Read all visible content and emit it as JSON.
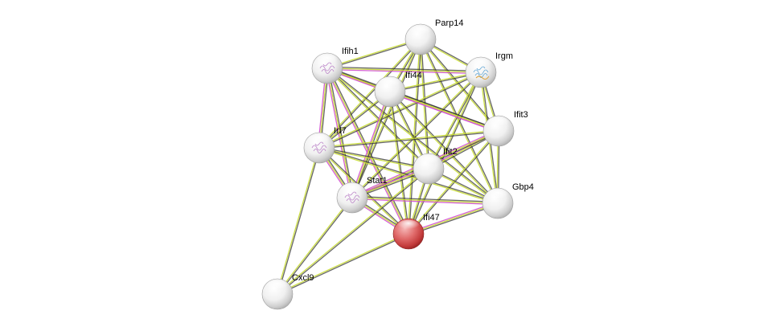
{
  "network": {
    "query_node": "Ifi47",
    "nodes": [
      {
        "id": "Parp14",
        "label": "Parp14",
        "query": false,
        "structure": false
      },
      {
        "id": "Ifih1",
        "label": "Ifih1",
        "query": false,
        "structure": true
      },
      {
        "id": "Irgm",
        "label": "Irgm",
        "query": false,
        "structure": true
      },
      {
        "id": "Ifi44",
        "label": "Ifi44",
        "query": false,
        "structure": false
      },
      {
        "id": "Ifit3",
        "label": "Ifit3",
        "query": false,
        "structure": false
      },
      {
        "id": "Irf7",
        "label": "Irf7",
        "query": false,
        "structure": true
      },
      {
        "id": "Ifit2",
        "label": "Ifit2",
        "query": false,
        "structure": false
      },
      {
        "id": "Stat1",
        "label": "Stat1",
        "query": false,
        "structure": true
      },
      {
        "id": "Gbp4",
        "label": "Gbp4",
        "query": false,
        "structure": false
      },
      {
        "id": "Ifi47",
        "label": "Ifi47",
        "query": true,
        "structure": false
      },
      {
        "id": "Cxcl9",
        "label": "Cxcl9",
        "query": false,
        "structure": false
      }
    ],
    "edge_colors": {
      "coexpression": "#333333",
      "textmining": "#c8dc32",
      "database": "#d050d0",
      "experiment": "#60a860"
    },
    "edges": [
      {
        "a": "Parp14",
        "b": "Ifih1",
        "types": [
          "coexpression",
          "textmining"
        ]
      },
      {
        "a": "Parp14",
        "b": "Irgm",
        "types": [
          "coexpression",
          "textmining"
        ]
      },
      {
        "a": "Parp14",
        "b": "Ifi44",
        "types": [
          "coexpression",
          "textmining"
        ]
      },
      {
        "a": "Parp14",
        "b": "Ifit3",
        "types": [
          "coexpression",
          "textmining"
        ]
      },
      {
        "a": "Parp14",
        "b": "Irf7",
        "types": [
          "coexpression",
          "textmining"
        ]
      },
      {
        "a": "Parp14",
        "b": "Ifit2",
        "types": [
          "coexpression",
          "textmining"
        ]
      },
      {
        "a": "Parp14",
        "b": "Stat1",
        "types": [
          "coexpression",
          "textmining"
        ]
      },
      {
        "a": "Parp14",
        "b": "Gbp4",
        "types": [
          "coexpression",
          "textmining"
        ]
      },
      {
        "a": "Parp14",
        "b": "Ifi47",
        "types": [
          "coexpression",
          "textmining"
        ]
      },
      {
        "a": "Ifih1",
        "b": "Irgm",
        "types": [
          "coexpression",
          "textmining",
          "database"
        ]
      },
      {
        "a": "Ifih1",
        "b": "Ifi44",
        "types": [
          "coexpression",
          "textmining"
        ]
      },
      {
        "a": "Ifih1",
        "b": "Ifit3",
        "types": [
          "coexpression",
          "textmining",
          "database"
        ]
      },
      {
        "a": "Ifih1",
        "b": "Irf7",
        "types": [
          "coexpression",
          "textmining",
          "database"
        ]
      },
      {
        "a": "Ifih1",
        "b": "Ifit2",
        "types": [
          "coexpression",
          "textmining"
        ]
      },
      {
        "a": "Ifih1",
        "b": "Stat1",
        "types": [
          "coexpression",
          "textmining",
          "database"
        ]
      },
      {
        "a": "Ifih1",
        "b": "Gbp4",
        "types": [
          "coexpression",
          "textmining"
        ]
      },
      {
        "a": "Ifih1",
        "b": "Ifi47",
        "types": [
          "coexpression",
          "textmining",
          "database"
        ]
      },
      {
        "a": "Irgm",
        "b": "Ifi44",
        "types": [
          "coexpression",
          "textmining"
        ]
      },
      {
        "a": "Irgm",
        "b": "Ifit3",
        "types": [
          "coexpression",
          "textmining"
        ]
      },
      {
        "a": "Irgm",
        "b": "Irf7",
        "types": [
          "coexpression",
          "textmining"
        ]
      },
      {
        "a": "Irgm",
        "b": "Ifit2",
        "types": [
          "coexpression",
          "textmining"
        ]
      },
      {
        "a": "Irgm",
        "b": "Stat1",
        "types": [
          "coexpression",
          "textmining"
        ]
      },
      {
        "a": "Irgm",
        "b": "Gbp4",
        "types": [
          "coexpression",
          "textmining"
        ]
      },
      {
        "a": "Irgm",
        "b": "Ifi47",
        "types": [
          "coexpression",
          "textmining"
        ]
      },
      {
        "a": "Ifi44",
        "b": "Ifit3",
        "types": [
          "coexpression",
          "textmining",
          "database"
        ]
      },
      {
        "a": "Ifi44",
        "b": "Irf7",
        "types": [
          "coexpression",
          "textmining"
        ]
      },
      {
        "a": "Ifi44",
        "b": "Ifit2",
        "types": [
          "coexpression",
          "textmining"
        ]
      },
      {
        "a": "Ifi44",
        "b": "Stat1",
        "types": [
          "coexpression",
          "textmining",
          "database"
        ]
      },
      {
        "a": "Ifi44",
        "b": "Gbp4",
        "types": [
          "coexpression",
          "textmining"
        ]
      },
      {
        "a": "Ifi44",
        "b": "Ifi47",
        "types": [
          "coexpression",
          "textmining"
        ]
      },
      {
        "a": "Ifit3",
        "b": "Irf7",
        "types": [
          "coexpression",
          "textmining"
        ]
      },
      {
        "a": "Ifit3",
        "b": "Ifit2",
        "types": [
          "coexpression",
          "textmining",
          "database"
        ]
      },
      {
        "a": "Ifit3",
        "b": "Stat1",
        "types": [
          "coexpression",
          "textmining",
          "database"
        ]
      },
      {
        "a": "Ifit3",
        "b": "Gbp4",
        "types": [
          "coexpression",
          "textmining"
        ]
      },
      {
        "a": "Ifit3",
        "b": "Ifi47",
        "types": [
          "coexpression",
          "textmining"
        ]
      },
      {
        "a": "Irf7",
        "b": "Ifit2",
        "types": [
          "coexpression",
          "textmining"
        ]
      },
      {
        "a": "Irf7",
        "b": "Stat1",
        "types": [
          "coexpression",
          "textmining",
          "database"
        ]
      },
      {
        "a": "Irf7",
        "b": "Gbp4",
        "types": [
          "coexpression",
          "textmining"
        ]
      },
      {
        "a": "Irf7",
        "b": "Ifi47",
        "types": [
          "coexpression",
          "textmining"
        ]
      },
      {
        "a": "Irf7",
        "b": "Cxcl9",
        "types": [
          "coexpression",
          "textmining"
        ]
      },
      {
        "a": "Ifit2",
        "b": "Stat1",
        "types": [
          "coexpression",
          "textmining",
          "database"
        ]
      },
      {
        "a": "Ifit2",
        "b": "Gbp4",
        "types": [
          "coexpression",
          "textmining"
        ]
      },
      {
        "a": "Ifit2",
        "b": "Ifi47",
        "types": [
          "coexpression",
          "textmining"
        ]
      },
      {
        "a": "Stat1",
        "b": "Gbp4",
        "types": [
          "coexpression",
          "textmining",
          "database"
        ]
      },
      {
        "a": "Stat1",
        "b": "Ifi47",
        "types": [
          "coexpression",
          "textmining",
          "database"
        ]
      },
      {
        "a": "Stat1",
        "b": "Cxcl9",
        "types": [
          "coexpression",
          "textmining"
        ]
      },
      {
        "a": "Gbp4",
        "b": "Ifi47",
        "types": [
          "coexpression",
          "textmining",
          "database"
        ]
      },
      {
        "a": "Ifi47",
        "b": "Cxcl9",
        "types": [
          "coexpression",
          "textmining"
        ]
      },
      {
        "a": "Ifit2",
        "b": "Cxcl9",
        "types": [
          "coexpression",
          "textmining"
        ]
      }
    ]
  }
}
